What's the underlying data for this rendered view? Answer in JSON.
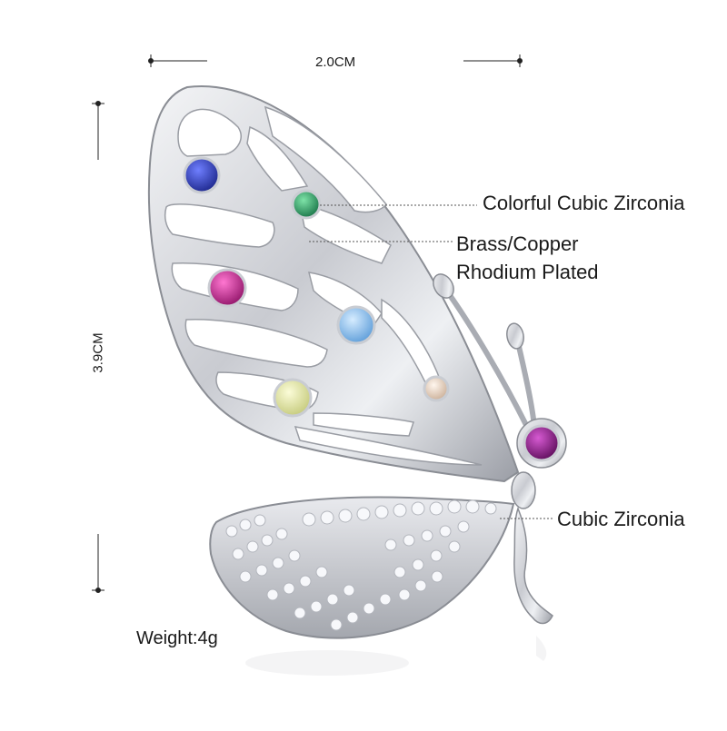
{
  "dimensions": {
    "width_label": "2.0CM",
    "height_label": "3.9CM"
  },
  "callouts": {
    "colorful_stones": "Colorful Cubic Zirconia",
    "material_line1": "Brass/Copper",
    "material_line2": "Rhodium Plated",
    "body_stones": "Cubic Zirconia"
  },
  "weight": "Weight:4g",
  "product": {
    "subject": "butterfly-brooch"
  },
  "colors": {
    "metal": "#d9dadf",
    "metal_dark": "#7d8088",
    "sapphire": "#2231a8",
    "emerald": "#1f9a5a",
    "ruby": "#c3208d",
    "aquamarine": "#8fc3f2",
    "peridot": "#dfe39a",
    "champagne": "#e9d8c6",
    "amethyst": "#8a1a84"
  }
}
